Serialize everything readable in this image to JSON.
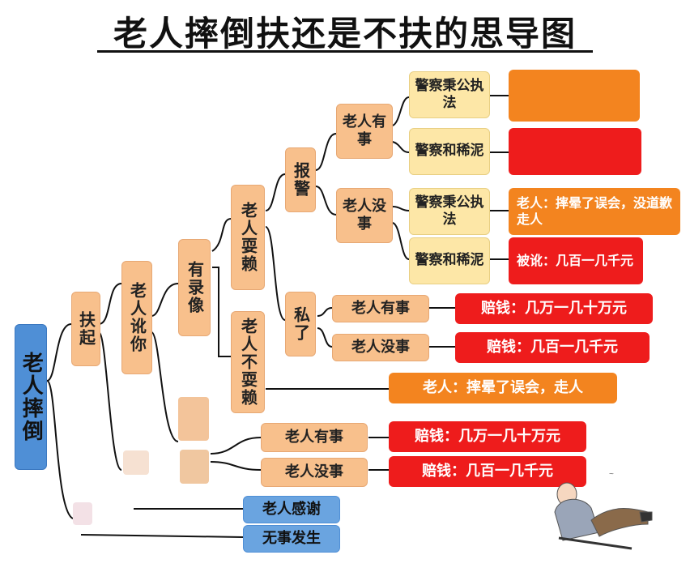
{
  "title": "老人摔倒扶还是不扶的思导图",
  "root": "老人摔倒",
  "fuqi": "扶起",
  "laoren_e": "老人讹你",
  "youluxiang": "有录像",
  "laoren_shuailai": "老人耍赖",
  "laoren_bushuailai": "老人不耍赖",
  "baojing": "报警",
  "sile": "私了",
  "laoren_youshi": "老人有事",
  "laoren_meishi": "老人没事",
  "jingcha_bingong": "警察秉公执法",
  "jingcha_heximi": "警察和稀泥",
  "laoren_shuaiyun_zouren_short": "老人：摔晕了误会，没道歉走人",
  "beie": "被讹：几百一几千元",
  "si_youshi": "老人有事",
  "si_meishi": "老人没事",
  "peiqian_big": "赔钱：几万一几十万元",
  "peiqian_small": "赔钱：几百一几千元",
  "laoren_wuhui_zouren": "老人：摔晕了误会，走人",
  "wu_youshi": "老人有事",
  "wu_meishi": "老人没事",
  "peiqian_big2": "赔钱：几万一几十万元",
  "peiqian_small2": "赔钱：几百一几千元",
  "ganxie": "老人感谢",
  "wushi": "无事发生"
}
